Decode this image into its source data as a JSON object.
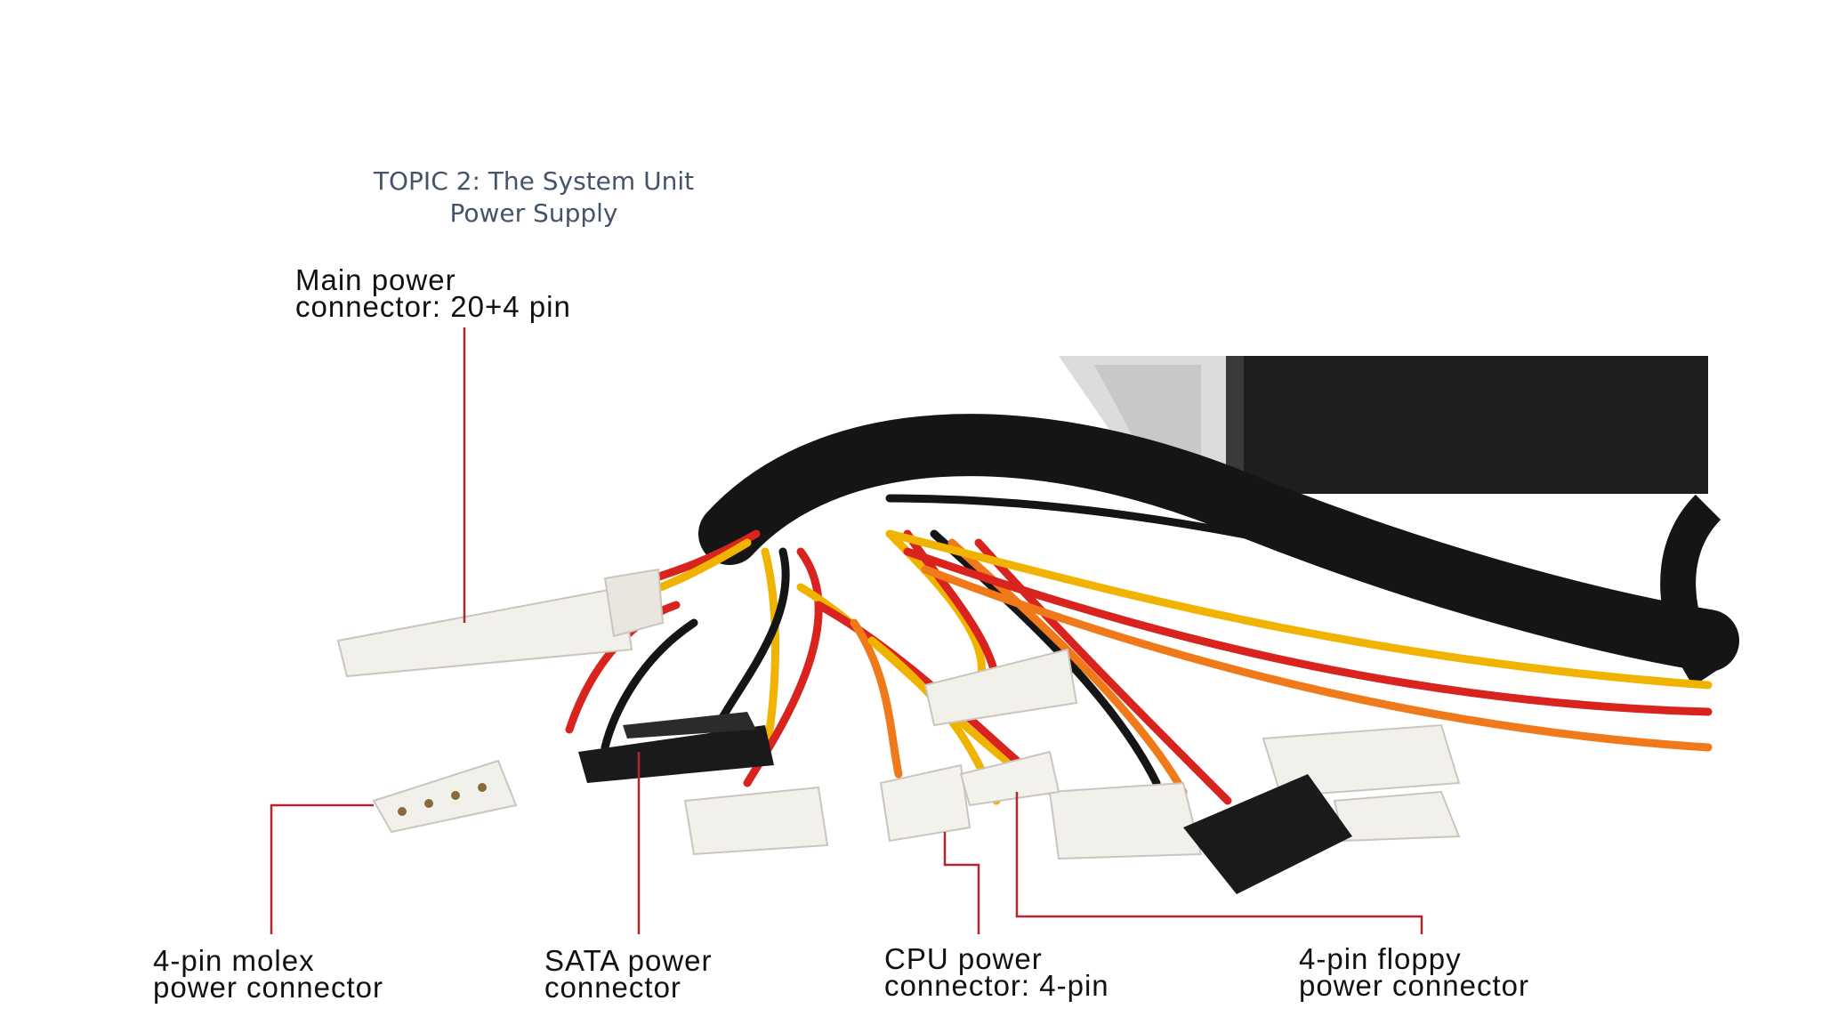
{
  "slide": {
    "title_line1": "TOPIC 2: The System Unit",
    "title_line2": "Power Supply"
  },
  "labels": {
    "main": {
      "line1": "Main power",
      "line2": "connector: 20+4 pin"
    },
    "molex": {
      "line1": "4-pin molex",
      "line2": "power connector"
    },
    "sata": {
      "line1": "SATA power",
      "line2": "connector"
    },
    "cpu": {
      "line1": "CPU power",
      "line2": "connector: 4-pin"
    },
    "floppy": {
      "line1": "4-pin floppy",
      "line2": "power connector"
    }
  },
  "colors": {
    "title": "#44546a",
    "callout_line": "#b2262e",
    "wire_red": "#d8231f",
    "wire_yellow": "#f0b400",
    "wire_orange": "#f07a1a",
    "wire_black": "#151515",
    "connector_white": "#f2f0ea",
    "psu_case": "#1e1e1e"
  },
  "icons": [
    "power-supply-unit",
    "atx-24pin-connector",
    "molex-connector",
    "sata-connector",
    "cpu-4pin-connector"
  ]
}
